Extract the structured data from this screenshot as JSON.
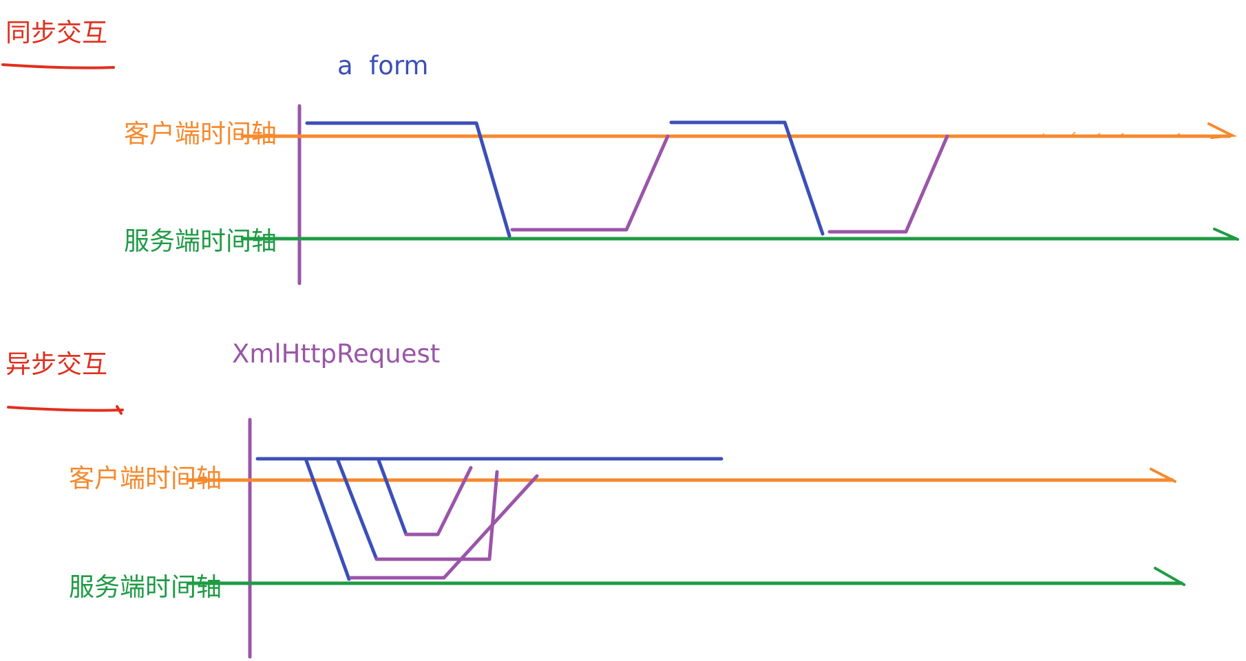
{
  "colors": {
    "title": "#e0301e",
    "client_axis": "#f6892d",
    "server_axis": "#1f9b45",
    "request": "#3b4fb8",
    "response": "#9a55a8",
    "divider": "#9a55a8"
  },
  "sync": {
    "title": "同步交互",
    "protocol_label": "a  form",
    "client_axis_label": "客户端时间轴",
    "server_axis_label": "服务端时间轴"
  },
  "async": {
    "title": "异步交互",
    "protocol_label": "XmlHttpRequest",
    "client_axis_label": "客户端时间轴",
    "server_axis_label": "服务端时间轴"
  }
}
